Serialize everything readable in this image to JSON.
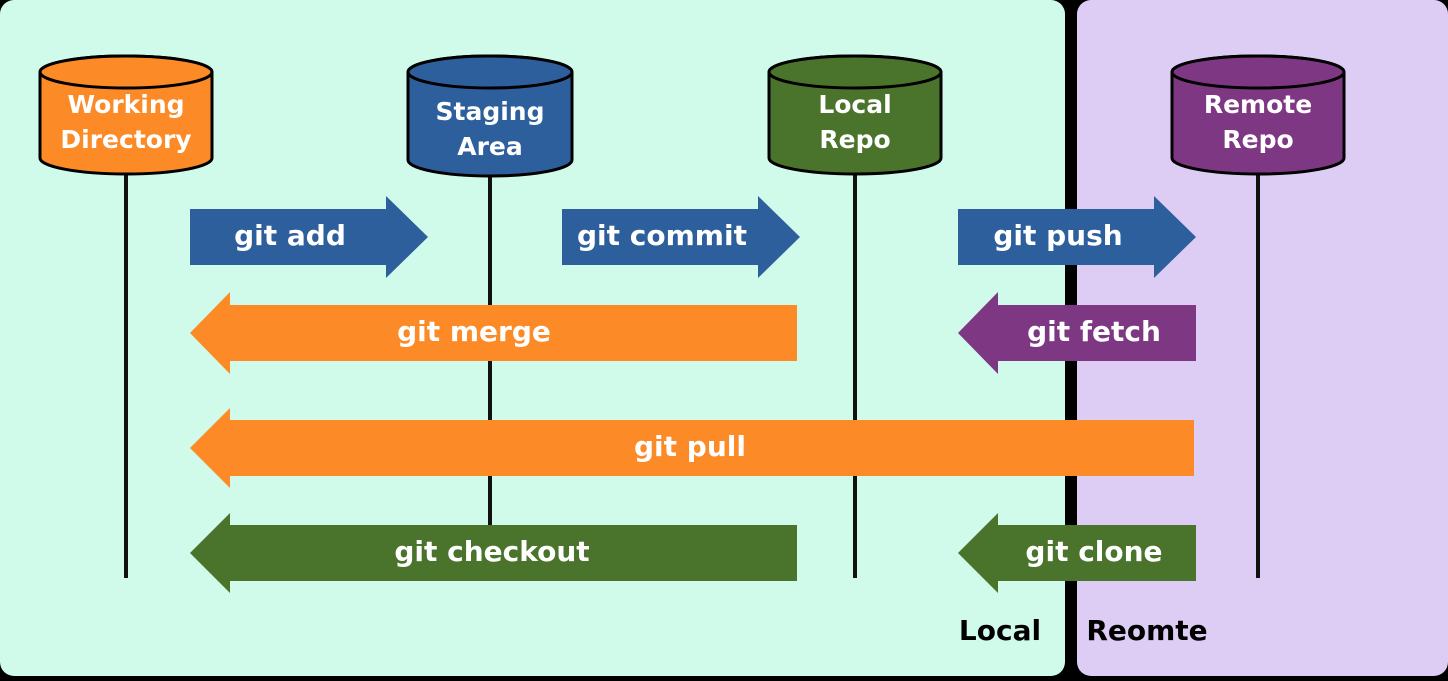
{
  "colors": {
    "background": "#000000",
    "local_zone": "#d0fbeb",
    "remote_zone": "#ddcdf5",
    "orange": "#fb8a27",
    "blue": "#2d5f9c",
    "green": "#4a742c",
    "purple": "#7e3782",
    "white": "#ffffff",
    "line": "#111111"
  },
  "zones": {
    "local": {
      "label": "Local"
    },
    "remote": {
      "label": "Reomte"
    }
  },
  "repos": [
    {
      "id": "working-directory",
      "lines": [
        "Working",
        "Directory"
      ],
      "color": "orange"
    },
    {
      "id": "staging-area",
      "lines": [
        "Staging",
        "Area"
      ],
      "color": "blue"
    },
    {
      "id": "local-repo",
      "lines": [
        "Local",
        "Repo"
      ],
      "color": "green"
    },
    {
      "id": "remote-repo",
      "lines": [
        "Remote",
        "Repo"
      ],
      "color": "purple"
    }
  ],
  "commands": [
    {
      "id": "git-add",
      "label": "git add",
      "from": "working-directory",
      "to": "staging-area",
      "color": "blue"
    },
    {
      "id": "git-commit",
      "label": "git commit",
      "from": "staging-area",
      "to": "local-repo",
      "color": "blue"
    },
    {
      "id": "git-push",
      "label": "git push",
      "from": "local-repo",
      "to": "remote-repo",
      "color": "blue"
    },
    {
      "id": "git-merge",
      "label": "git merge",
      "from": "local-repo",
      "to": "working-directory",
      "color": "orange"
    },
    {
      "id": "git-fetch",
      "label": "git fetch",
      "from": "remote-repo",
      "to": "local-repo",
      "color": "purple"
    },
    {
      "id": "git-pull",
      "label": "git pull",
      "from": "remote-repo",
      "to": "working-directory",
      "color": "orange"
    },
    {
      "id": "git-checkout",
      "label": "git checkout",
      "from": "local-repo",
      "to": "working-directory",
      "color": "green"
    },
    {
      "id": "git-clone",
      "label": "git clone",
      "from": "remote-repo",
      "to": "local-repo",
      "color": "green"
    }
  ]
}
